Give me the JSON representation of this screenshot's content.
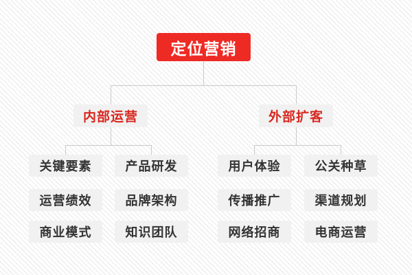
{
  "diagram": {
    "title": "定位营销",
    "colors": {
      "root_background": "#ee2a24",
      "root_text": "#ffffff",
      "branch_background": "#f1f1f1",
      "branch_text": "#d8271f",
      "leaf_background": "#f1f1f1",
      "leaf_text": "#333333",
      "connector": "#c9c9c9",
      "page_background": "#ffffff"
    },
    "branches": [
      {
        "label": "内部运营",
        "columns": [
          {
            "items": [
              "关键要素",
              "运营绩效",
              "商业模式"
            ]
          },
          {
            "items": [
              "产品研发",
              "品牌架构",
              "知识团队"
            ]
          }
        ]
      },
      {
        "label": "外部扩客",
        "columns": [
          {
            "items": [
              "用户体验",
              "传播推广",
              "网络招商"
            ]
          },
          {
            "items": [
              "公关种草",
              "渠道规划",
              "电商运营"
            ]
          }
        ]
      }
    ]
  }
}
